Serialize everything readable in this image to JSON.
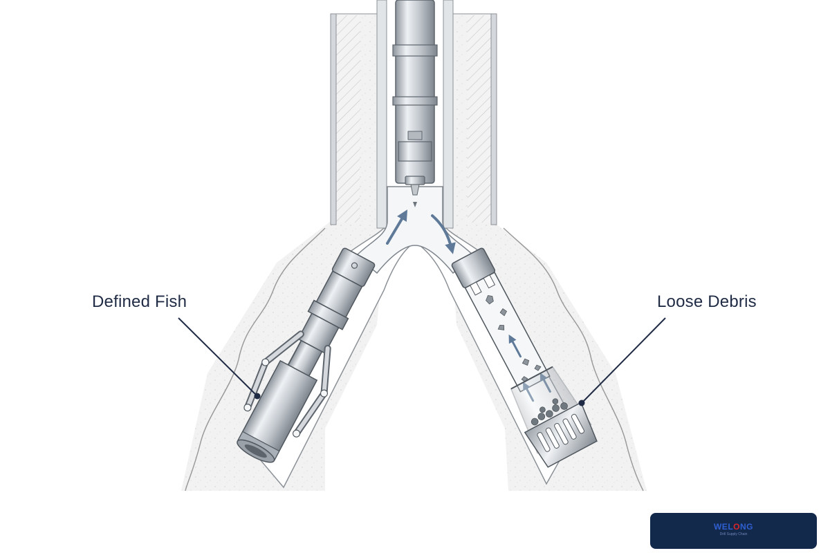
{
  "labels": {
    "left": "Defined Fish",
    "right": "Loose Debris"
  },
  "logo": {
    "brand_prefix": "WEL",
    "brand_highlight": "O",
    "brand_suffix": "NG",
    "tagline": "Drill Supply Chain"
  },
  "colors": {
    "label_text": "#1f2a44",
    "leader_line": "#1f2a44",
    "badge_bg": "#13294b",
    "brand_blue": "#2f5fd0",
    "brand_red": "#d9262b",
    "arrow": "#5f7a98",
    "steel": "#c9ced4"
  }
}
